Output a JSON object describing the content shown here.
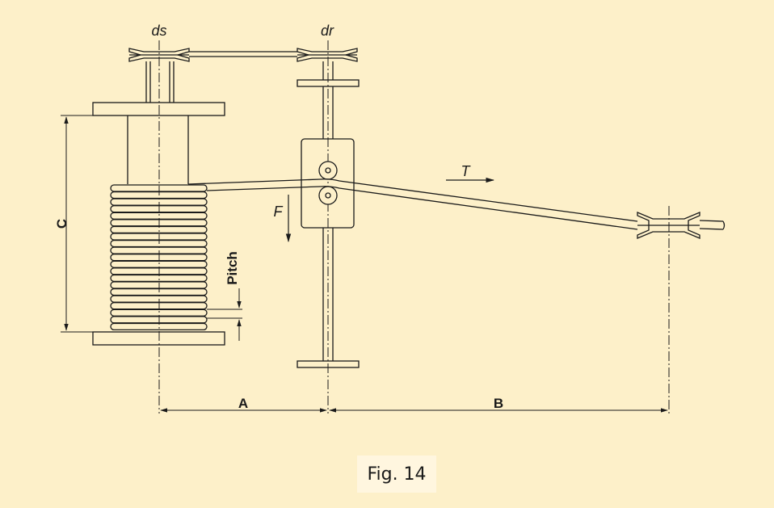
{
  "labels": {
    "ds": "ds",
    "dr": "dr",
    "T": "T",
    "F": "F",
    "C": "C",
    "A": "A",
    "B": "B",
    "pitch": "Pitch"
  },
  "caption": "Fig. 14",
  "colors": {
    "background": "#fdf0c9",
    "caption_background": "#fff6df",
    "line": "#1a1a1a"
  }
}
